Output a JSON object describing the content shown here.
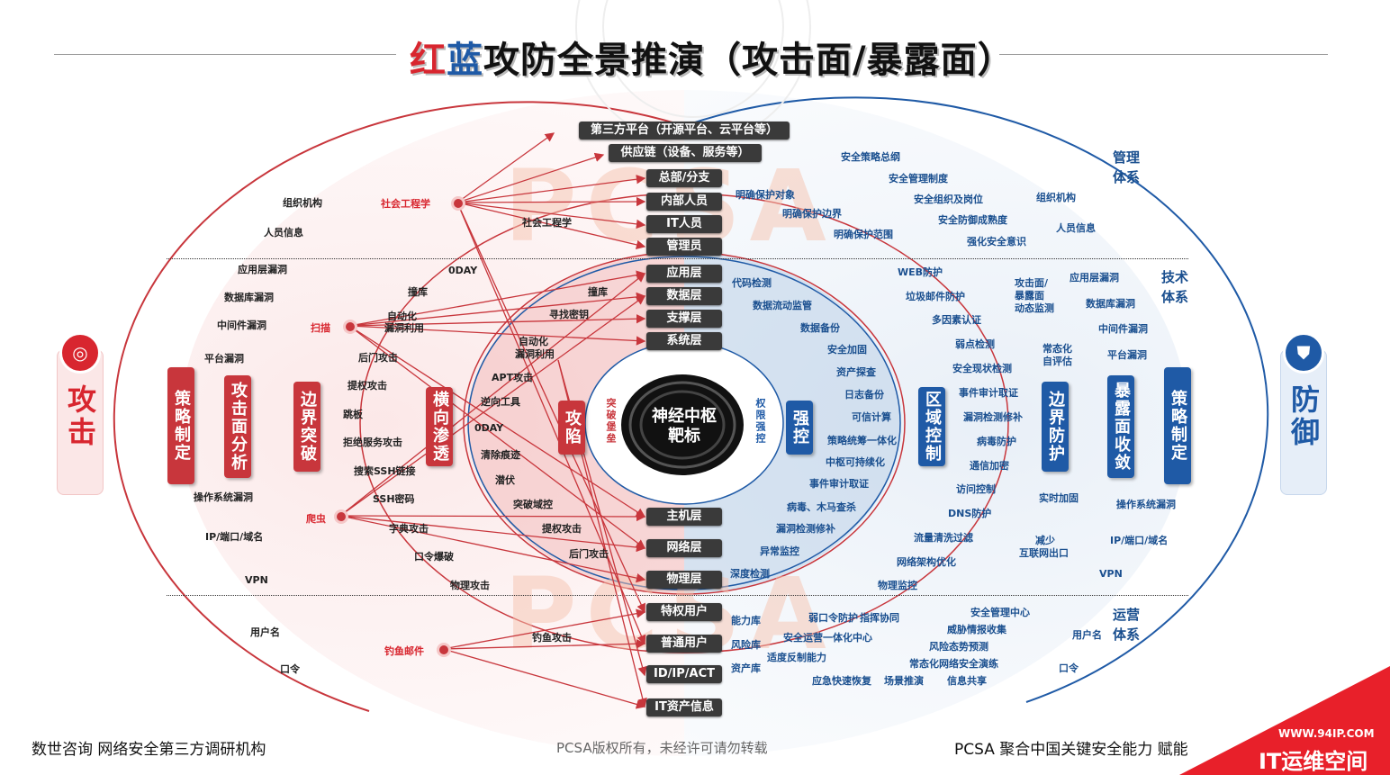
{
  "title": {
    "red": "红",
    "blue": "蓝",
    "rest": "攻防全景推演（攻击面/暴露面）"
  },
  "center": {
    "line1": "神经中枢",
    "line2": "靶标"
  },
  "center_ring_left": "突破堡垒",
  "center_ring_right": "权限强控",
  "layers_top": [
    "第三方平台（开源平台、云平台等）",
    "供应链（设备、服务等）",
    "总部/分支",
    "内部人员",
    "IT人员",
    "管理员"
  ],
  "layers_mid": [
    "应用层",
    "数据层",
    "支撑层",
    "系统层"
  ],
  "layers_low": [
    "主机层",
    "网络层",
    "物理层"
  ],
  "layers_bottom": [
    "特权用户",
    "普通用户",
    "ID/IP/ACT",
    "IT资产信息"
  ],
  "attack_nodes": {
    "social": "社会工程学",
    "scan": "扫描",
    "crawler": "爬虫",
    "phishing": "钓鱼邮件"
  },
  "left_outer_labels": [
    "组织机构",
    "人员信息",
    "应用层漏洞",
    "数据库漏洞",
    "中间件漏洞",
    "平台漏洞",
    "操作系统漏洞",
    "IP/端口/域名",
    "VPN",
    "用户名",
    "口令"
  ],
  "left_mid_labels": [
    "社会工程学",
    "0DAY",
    "撞库",
    "自动化",
    "漏洞利用",
    "后门攻击",
    "提权攻击",
    "跳板",
    "拒绝服务攻击",
    "搜索SSH链接",
    "SSH密码",
    "字典攻击",
    "口令爆破",
    "物理攻击",
    "钓鱼攻击"
  ],
  "left_inner_labels": [
    "撞库",
    "寻找密钥",
    "自动化",
    "漏洞利用",
    "APT攻击",
    "逆向工具",
    "0DAY",
    "清除痕迹",
    "潜伏",
    "突破域控",
    "提权攻击",
    "后门攻击"
  ],
  "left_vboxes": [
    "策略制定",
    "攻击面分析",
    "边界突破",
    "横向渗透",
    "攻陷"
  ],
  "right_vboxes": [
    "强控",
    "区域控制",
    "边界防护",
    "暴露面收敛",
    "策略制定"
  ],
  "blue_top_labels": [
    "安全策略总纲",
    "安全管理制度",
    "明确保护对象",
    "安全组织及岗位",
    "明确保护边界",
    "安全防御成熟度",
    "明确保护范围",
    "强化安全意识"
  ],
  "blue_right_outer": [
    "组织机构",
    "人员信息",
    "应用层漏洞",
    "数据库漏洞",
    "中间件漏洞",
    "平台漏洞",
    "操作系统漏洞",
    "IP/端口/域名",
    "VPN",
    "用户名",
    "口令"
  ],
  "blue_ring2": [
    "WEB防护",
    "垃圾邮件防护",
    "多因素认证",
    "弱点检测",
    "安全现状检测",
    "事件审计取证",
    "漏洞检测修补",
    "病毒防护",
    "通信加密",
    "访问控制",
    "DNS防护",
    "流量清洗过滤",
    "网络架构优化",
    "物理监控"
  ],
  "blue_ring1": [
    "代码检测",
    "数据流动监管",
    "数据备份",
    "安全加固",
    "资产探查",
    "日志备份",
    "可信计算",
    "策略统筹一体化",
    "中枢可持续化",
    "事件审计取证",
    "病毒、木马查杀",
    "漏洞检测修补",
    "异常监控",
    "深度检测"
  ],
  "blue_misc": [
    "攻击面/",
    "暴露面",
    "动态监测",
    "常态化",
    "自评估",
    "实时加固",
    "减少",
    "互联网出口"
  ],
  "blue_ops": [
    "能力库",
    "风险库",
    "资产库",
    "弱口令防护",
    "指挥协同",
    "安全运营一体化中心",
    "适度反制能力",
    "应急快速恢复",
    "场景推演",
    "信息共享",
    "安全管理中心",
    "威胁情报收集",
    "风险态势预测",
    "常态化网络安全演练"
  ],
  "systems": {
    "mgmt": [
      "管理",
      "体系"
    ],
    "tech": [
      "技术",
      "体系"
    ],
    "ops": [
      "运营",
      "体系"
    ]
  },
  "side": {
    "attack": "攻击",
    "defense": "防御"
  },
  "watermark": "PCSA",
  "footer": {
    "left": "数世咨询   网络安全第三方调研机构",
    "center": "PCSA版权所有，未经许可请勿转载",
    "right": "PCSA 聚合中国关键安全能力   赋能",
    "corner_url": "WWW.94IP.COM",
    "corner_name": "IT运维空间"
  },
  "colors": {
    "red": "#c8363c",
    "blue": "#1f5aa6",
    "dark": "#3a3a3a"
  }
}
